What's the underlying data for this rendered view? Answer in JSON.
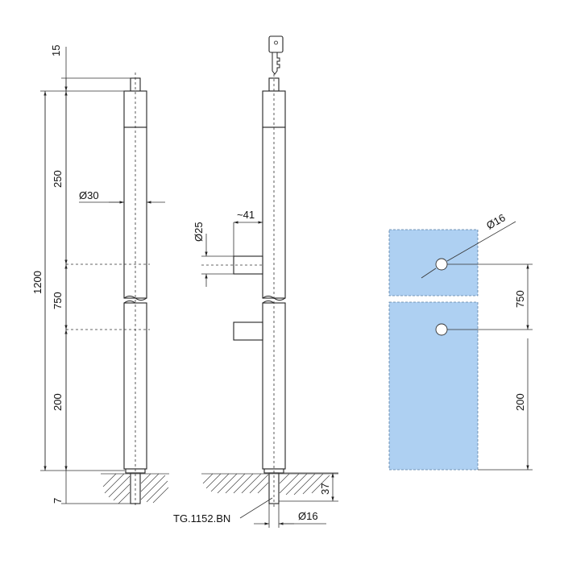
{
  "drawing": {
    "dimensions": {
      "top_cap": "15",
      "total_height": "1200",
      "upper_segment": "250",
      "middle_segment": "750",
      "lower_segment": "200",
      "embed_depth": "7",
      "post_diameter": "Ø30",
      "hinge_diameter": "Ø25",
      "hinge_offset": "~41",
      "hole_diameter": "Ø16",
      "base_depth": "37",
      "pin_diameter": "Ø16"
    },
    "part_number": "TG.1152.BN",
    "panel_dimensions": {
      "hole": "Ø16",
      "spacing": "750",
      "bottom": "200"
    },
    "colors": {
      "glass_fill": "#aed0f2",
      "line": "#222222"
    },
    "icons": [
      "key-icon"
    ]
  }
}
